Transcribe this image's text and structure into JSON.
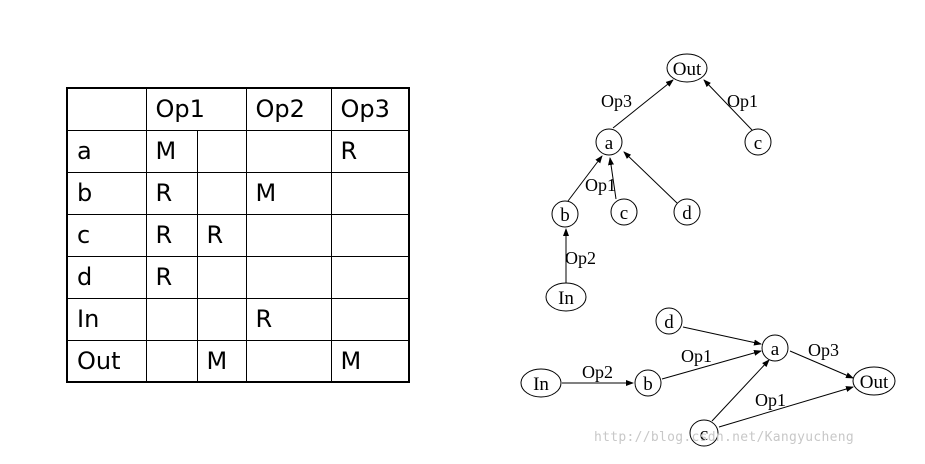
{
  "table": {
    "header": [
      "",
      "Op1",
      "",
      "Op2",
      "Op3"
    ],
    "rows": [
      [
        "a",
        "M",
        "",
        "",
        "R"
      ],
      [
        "b",
        "R",
        "",
        "M",
        ""
      ],
      [
        "c",
        "R",
        "R",
        "",
        ""
      ],
      [
        "d",
        "R",
        "",
        "",
        ""
      ],
      [
        "In",
        "",
        "",
        "R",
        ""
      ],
      [
        "Out",
        "",
        "M",
        "",
        "M"
      ]
    ]
  },
  "tree_diagram": {
    "nodes": {
      "out": "Out",
      "a": "a",
      "c_right": "c",
      "b": "b",
      "c_mid": "c",
      "d": "d",
      "in": "In"
    },
    "edge_labels": {
      "a_out": "Op3",
      "c_out": "Op1",
      "c_a": "Op1",
      "in_b": "Op2"
    }
  },
  "graph_diagram": {
    "nodes": {
      "d": "d",
      "a": "a",
      "in": "In",
      "b": "b",
      "out": "Out",
      "c": "c"
    },
    "edge_labels": {
      "in_b": "Op2",
      "b_a": "Op1",
      "a_out": "Op3",
      "c_out": "Op1"
    }
  },
  "watermark": "http://blog.csdn.net/Kangyucheng"
}
